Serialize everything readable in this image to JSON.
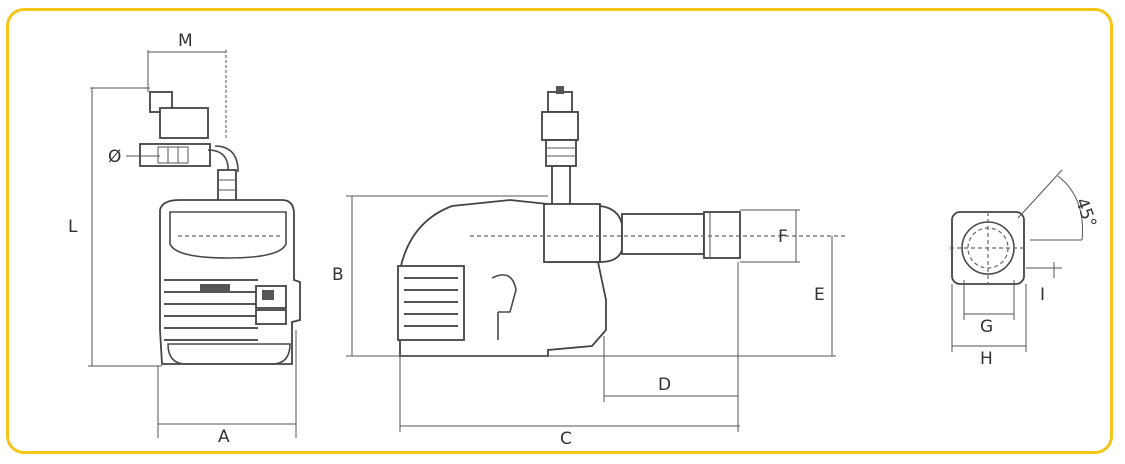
{
  "labels": {
    "A": "A",
    "B": "B",
    "C": "C",
    "D": "D",
    "E": "E",
    "F": "F",
    "G": "G",
    "H": "H",
    "I": "I",
    "L": "L",
    "M": "M",
    "diameter": "Ø",
    "angle": "45°"
  },
  "colors": {
    "frame": "#f5c518",
    "ink": "#444444"
  }
}
